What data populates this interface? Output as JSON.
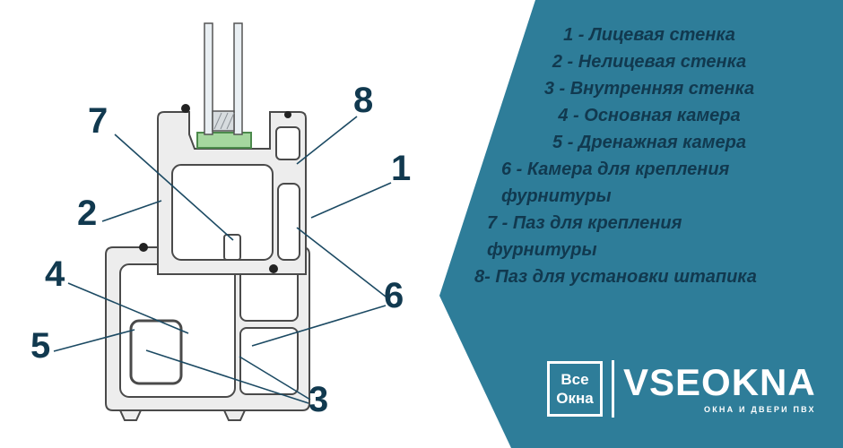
{
  "diagram": {
    "callouts": [
      "7",
      "8",
      "2",
      "1",
      "4",
      "6",
      "5",
      "3"
    ]
  },
  "legend": {
    "items": [
      "1 - Лицевая стенка",
      "2 - Нелицевая стенка",
      "3 - Внутренняя стенка",
      "4 - Основная камера",
      "5 - Дренажная камера",
      "6 - Камера для крепления фурнитуры",
      "7 - Паз для крепления фурнитуры",
      "8- Паз для установки штапика"
    ]
  },
  "logo": {
    "box_top": "Все",
    "box_bottom": "Окна",
    "brand": "VSEOKNA",
    "tagline": "ОКНА И ДВЕРИ ПВХ"
  },
  "colors": {
    "panel": "#2e7d99",
    "text-dark": "#11394f",
    "callout": "#11394f",
    "line": "#1c4a63"
  }
}
